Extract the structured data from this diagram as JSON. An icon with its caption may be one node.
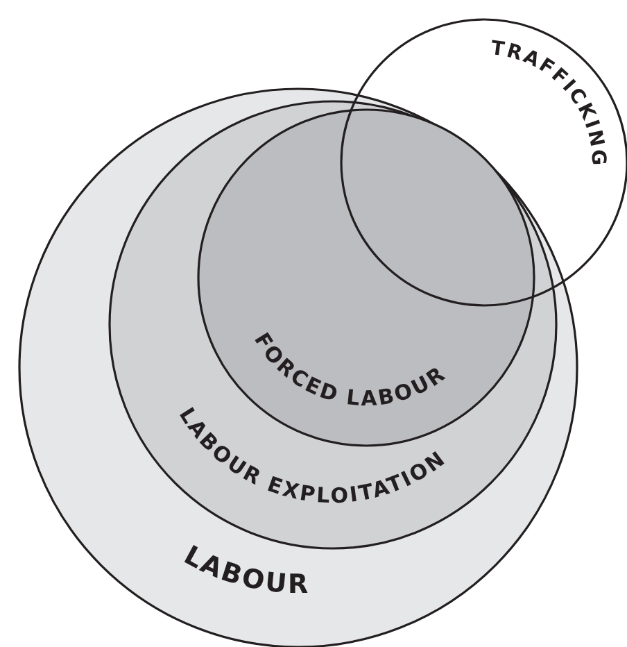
{
  "diagram": {
    "nodes": [
      {
        "text": [
          "LABOUR"
        ]
      },
      {
        "text": [
          "LABOUR EXPLOITATION"
        ],
        "in": 0
      },
      {
        "text": [
          "FORCED LABOUR"
        ],
        "in": 1
      },
      {
        "text": [
          "TRAFFICKING"
        ]
      }
    ]
  }
}
